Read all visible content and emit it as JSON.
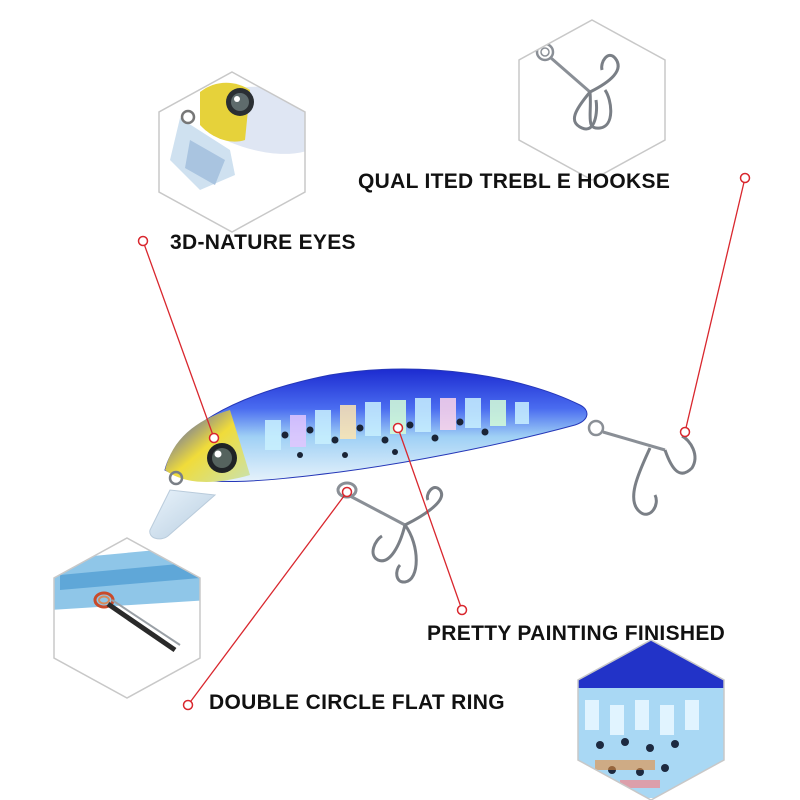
{
  "labels": {
    "hooks": "QUAL ITED TREBL E HOOKSE",
    "eyes": "3D-NATURE EYES",
    "painting": "PRETTY PAINTING FINISHED",
    "ring": "DOUBLE CIRCLE FLAT RING"
  },
  "colors": {
    "callout": "#d9272e",
    "hex_border": "#c8c8c8",
    "lure_blue": "#2a3fd8",
    "lure_head": "#e8d23a",
    "hook_metal": "#8a8f96"
  },
  "icons": [
    "eye-detail-icon",
    "treble-hook-icon",
    "flat-ring-icon",
    "painting-detail-icon"
  ]
}
